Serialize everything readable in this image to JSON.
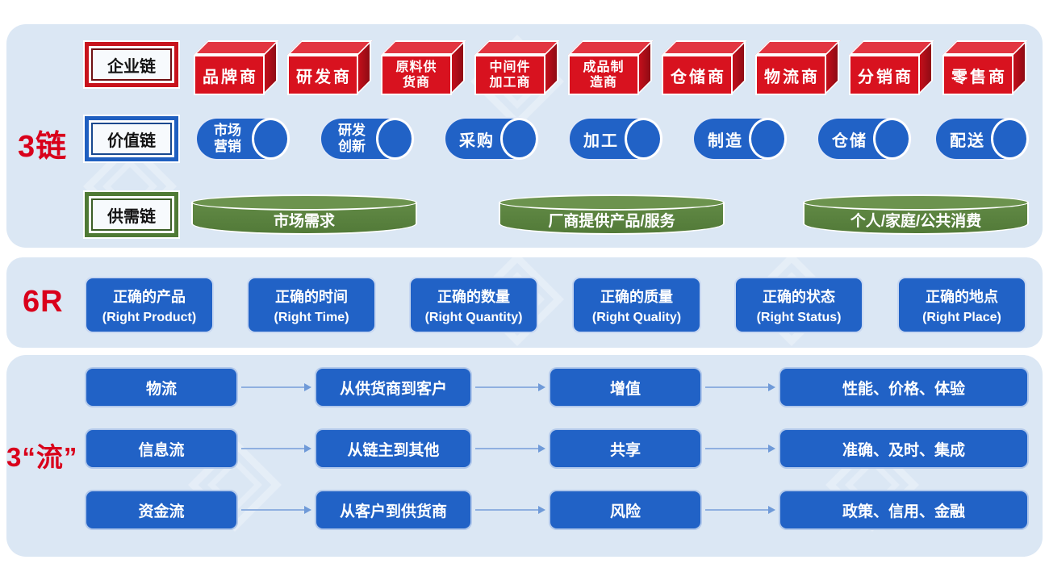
{
  "colors": {
    "panel_bg": "#dbe7f4",
    "red": "#d8121f",
    "blue": "#2162c6",
    "green": "#5a8140",
    "section_label_red": "#d9001b",
    "arrow": "#6f9ad8"
  },
  "chains": {
    "section_label": "3链",
    "enterprise": {
      "label": "企业链",
      "items": [
        "品牌商",
        "研发商",
        "原料供\n货商",
        "中间件\n加工商",
        "成品制\n造商",
        "仓储商",
        "物流商",
        "分销商",
        "零售商"
      ]
    },
    "value": {
      "label": "价值链",
      "items": [
        "市场\n营销",
        "研发\n创新",
        "采购",
        "加工",
        "制造",
        "仓储",
        "配送"
      ]
    },
    "supply_demand": {
      "label": "供需链",
      "items": [
        "市场需求",
        "厂商提供产品/服务",
        "个人/家庭/公共消费"
      ]
    }
  },
  "six_r": {
    "section_label": "6R",
    "items": [
      {
        "zh": "正确的产品",
        "en": "(Right Product)"
      },
      {
        "zh": "正确的时间",
        "en": "(Right Time)"
      },
      {
        "zh": "正确的数量",
        "en": "(Right Quantity)"
      },
      {
        "zh": "正确的质量",
        "en": "(Right Quality)"
      },
      {
        "zh": "正确的状态",
        "en": "(Right Status)"
      },
      {
        "zh": "正确的地点",
        "en": "(Right Place)"
      }
    ]
  },
  "flows": {
    "section_label": "3“流”",
    "rows": [
      {
        "cells": [
          "物流",
          "从供货商到客户",
          "增值",
          "性能、价格、体验"
        ]
      },
      {
        "cells": [
          "信息流",
          "从链主到其他",
          "共享",
          "准确、及时、集成"
        ]
      },
      {
        "cells": [
          "资金流",
          "从客户到供货商",
          "风险",
          "政策、信用、金融"
        ]
      }
    ]
  }
}
